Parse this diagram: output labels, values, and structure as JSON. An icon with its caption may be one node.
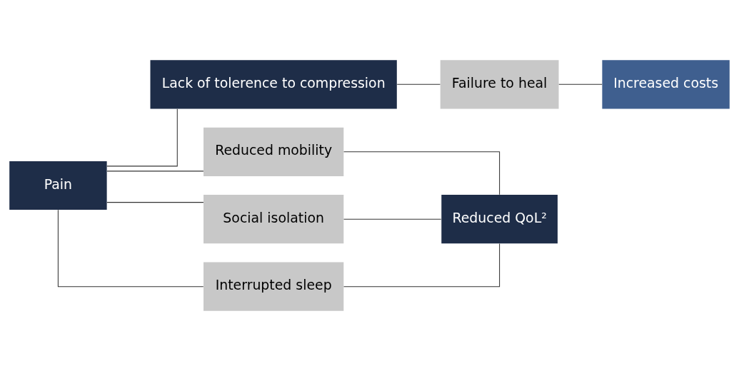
{
  "diagram": {
    "nodes": [
      {
        "text": [
          "Pain"
        ]
      },
      {
        "text": [
          "Lack of tolerence to compression"
        ]
      },
      {
        "text": [
          "Failure to heal"
        ]
      },
      {
        "text": [
          "Increased costs"
        ]
      },
      {
        "text": [
          "Reduced mobility"
        ]
      },
      {
        "text": [
          "Social isolation"
        ]
      },
      {
        "text": [
          "Interrupted sleep"
        ]
      },
      {
        "text": [
          "Reduced QoL²"
        ]
      }
    ],
    "edges": [
      {
        "from": 0,
        "to": 1,
        "arrow": "none"
      },
      {
        "from": 0,
        "to": 4,
        "arrow": "none"
      },
      {
        "from": 0,
        "to": 5,
        "arrow": "none"
      },
      {
        "from": 0,
        "to": 6,
        "arrow": "none"
      },
      {
        "from": 1,
        "to": 2,
        "arrow": "none"
      },
      {
        "from": 2,
        "to": 3,
        "arrow": "none"
      },
      {
        "from": 4,
        "to": 7,
        "arrow": "none"
      },
      {
        "from": 5,
        "to": 7,
        "arrow": "none"
      },
      {
        "from": 6,
        "to": 7,
        "arrow": "none"
      }
    ]
  }
}
